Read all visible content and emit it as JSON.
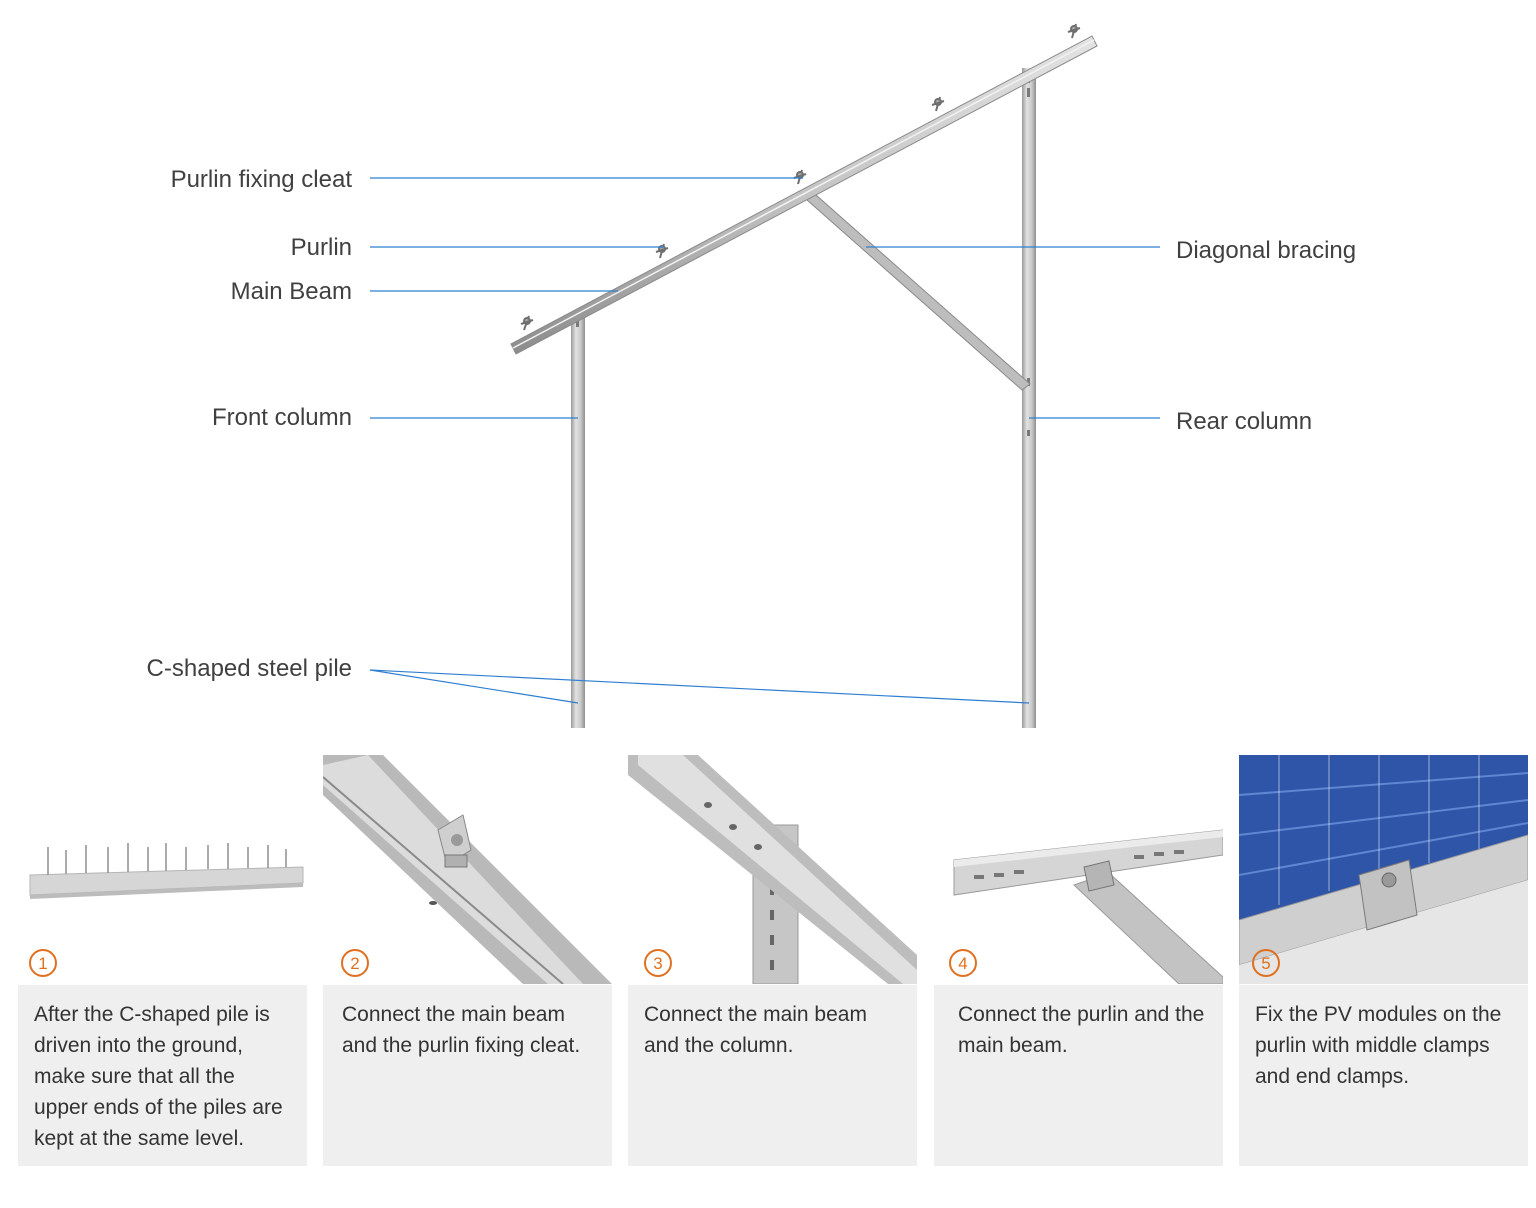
{
  "labels": {
    "purlin_fixing_cleat": "Purlin fixing cleat",
    "purlin": "Purlin",
    "main_beam": "Main Beam",
    "front_column": "Front column",
    "c_shaped_steel_pile": "C-shaped steel pile",
    "diagonal_bracing": "Diagonal bracing",
    "rear_column": "Rear column"
  },
  "steps": [
    {
      "number": "1",
      "text": "After the C-shaped pile is driven into the ground, make sure that all the upper ends of the piles are kept at the same level."
    },
    {
      "number": "2",
      "text": "Connect the main beam and the purlin fixing cleat."
    },
    {
      "number": "3",
      "text": "Connect the main beam and the column."
    },
    {
      "number": "4",
      "text": "Connect the purlin and the main beam."
    },
    {
      "number": "5",
      "text": "Fix the PV modules on the purlin with middle clamps and end clamps."
    }
  ],
  "colors": {
    "leader_line": "#2f7fd0",
    "step_number": "#e07020",
    "steel": "#c8c8c8",
    "panel": "#efefef"
  }
}
